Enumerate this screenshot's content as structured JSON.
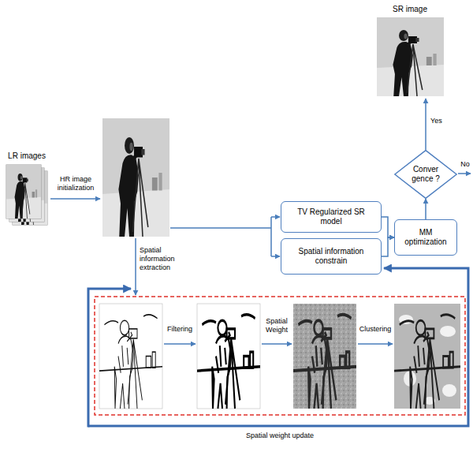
{
  "diagram": {
    "nodes": [
      {
        "text": [
          "TV Regularized SR model"
        ]
      },
      {
        "text": [
          "Spatial information constrain"
        ]
      },
      {
        "text": [
          "MM optimization"
        ]
      },
      {
        "text": [
          "Conver gence ?"
        ]
      }
    ],
    "edges": [
      {
        "from": 0,
        "to": 2,
        "arrow": "to"
      },
      {
        "from": 1,
        "to": 2,
        "arrow": "to"
      },
      {
        "from": 2,
        "to": 3,
        "arrow": "to"
      }
    ],
    "labels": [
      "LR images",
      "HR image initialization",
      "Spatial information extraction",
      "Filtering",
      "Spatial Weight",
      "Clustering",
      "Spatial weight update",
      "SR image",
      "Yes",
      "No"
    ]
  }
}
